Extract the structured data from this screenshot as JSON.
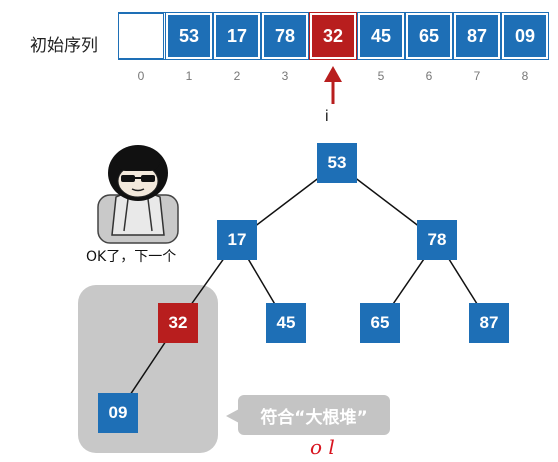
{
  "array": {
    "label": "初始序列",
    "values": [
      "",
      "53",
      "17",
      "78",
      "32",
      "45",
      "65",
      "87",
      "09"
    ],
    "indices": [
      "0",
      "1",
      "2",
      "3",
      "",
      "5",
      "6",
      "7",
      "8"
    ],
    "current_index": 4,
    "colors": {
      "cell": "#1e6fb6",
      "current": "#b81e1e"
    }
  },
  "pointer": {
    "label": "i"
  },
  "tree": {
    "nodes": [
      {
        "id": "n1",
        "value": "53"
      },
      {
        "id": "n2",
        "value": "17"
      },
      {
        "id": "n3",
        "value": "78"
      },
      {
        "id": "n4",
        "value": "32",
        "current": true
      },
      {
        "id": "n5",
        "value": "45"
      },
      {
        "id": "n6",
        "value": "65"
      },
      {
        "id": "n7",
        "value": "87"
      },
      {
        "id": "n8",
        "value": "09"
      }
    ]
  },
  "mascot": {
    "caption": "OK了，下一个"
  },
  "callout": {
    "text": "符合“大根堆”",
    "handwriting": "o l"
  }
}
